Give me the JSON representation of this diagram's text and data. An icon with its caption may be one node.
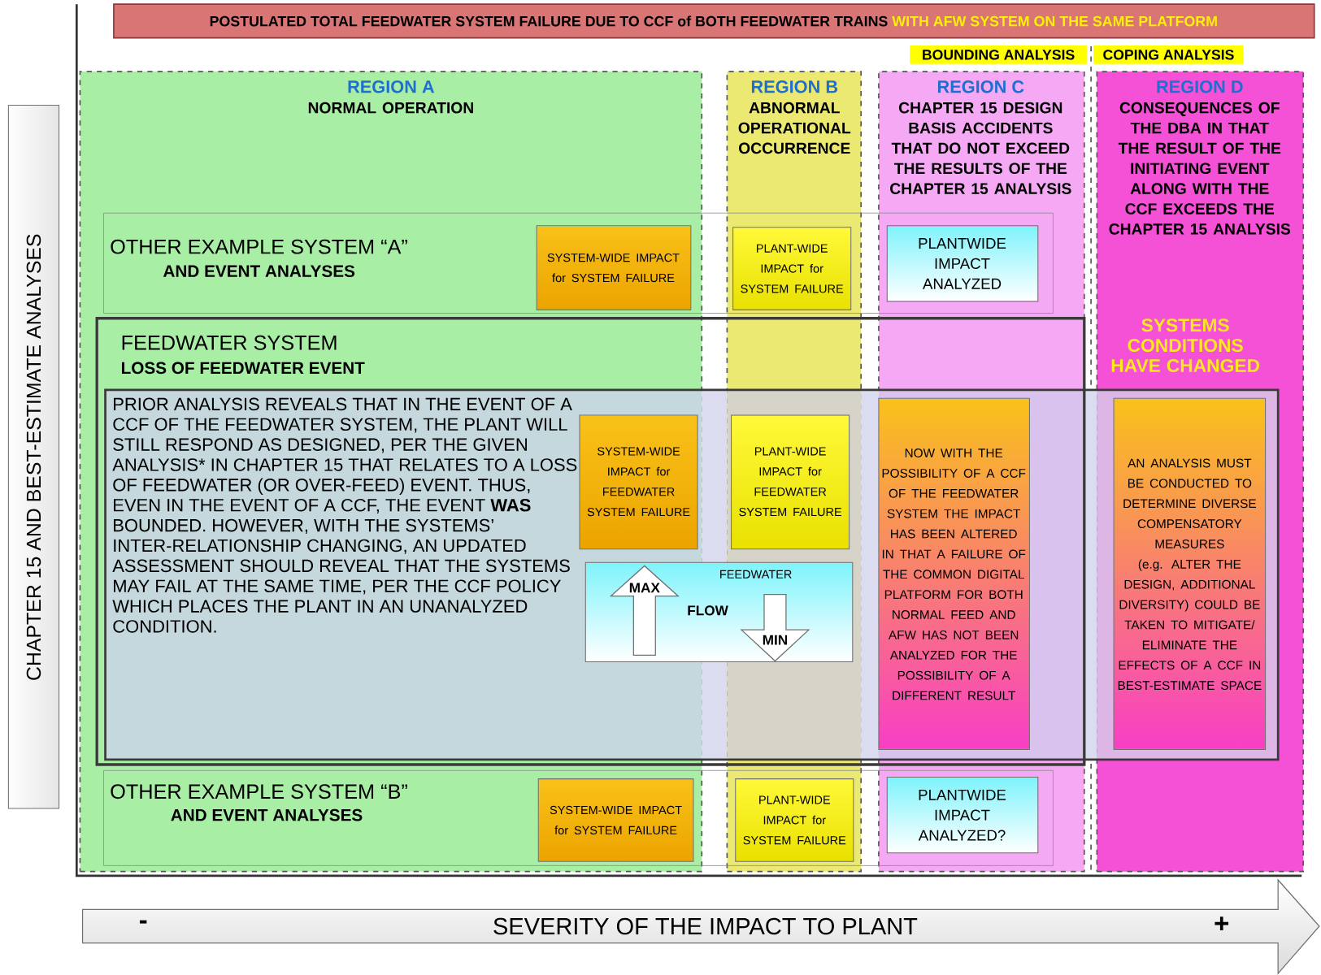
{
  "diagram": {
    "nodes": [
      {
        "text": [
          "POSTULATED TOTAL FEEDWATER SYSTEM FAILURE DUE TO CCF of BOTH FEEDWATER TRAINS",
          "WITH AFW SYSTEM ON THE SAME PLATFORM"
        ]
      },
      {
        "text": [
          "BOUNDING ANALYSIS"
        ]
      },
      {
        "text": [
          "COPING ANALYSIS"
        ]
      },
      {
        "text": [
          "CHAPTER 15 AND BEST-ESTIMATE ANALYSES"
        ]
      },
      {
        "text": [
          "REGION A",
          "NORMAL OPERATION"
        ]
      },
      {
        "text": [
          "REGION B",
          "ABNORMAL OPERATIONAL OCCURRENCE"
        ]
      },
      {
        "text": [
          "REGION C",
          "CHAPTER 15 DESIGN BASIS ACCIDENTS THAT DO NOT EXCEED THE RESULTS OF THE CHAPTER 15 ANALYSIS"
        ]
      },
      {
        "text": [
          "REGION D",
          "CONSEQUENCES OF THE DBA IN THAT THE RESULT OF THE INITIATING EVENT ALONG WITH THE CCF EXCEEDS THE CHAPTER 15 ANALYSIS",
          "SYSTEMS CONDITIONS HAVE CHANGED"
        ]
      },
      {
        "text": [
          "OTHER EXAMPLE SYSTEM “A”",
          "AND EVENT ANALYSES"
        ]
      },
      {
        "text": [
          "SYSTEM-WIDE IMPACT for SYSTEM FAILURE"
        ]
      },
      {
        "text": [
          "PLANT-WIDE IMPACT for SYSTEM FAILURE"
        ]
      },
      {
        "text": [
          "PLANTWIDE IMPACT ANALYZED"
        ]
      },
      {
        "text": [
          "FEEDWATER SYSTEM",
          "LOSS OF FEEDWATER EVENT"
        ]
      },
      {
        "text": [
          "PRIOR ANALYSIS REVEALS THAT IN THE EVENT OF A CCF OF THE FEEDWATER SYSTEM, THE PLANT WILL STILL RESPOND AS DESIGNED, PER THE GIVEN ANALYSIS* IN CHAPTER 15 THAT RELATES TO A LOSS OF FEEDWATER (OR OVER-FEED) EVENT. THUS, EVEN IN THE EVENT OF A CCF, THE EVENT **WAS** BOUNDED. HOWEVER, WITH THE SYSTEMS’ INTER-RELATIONSHIP CHANGING, AN UPDATED ASSESSMENT SHOULD REVEAL THAT THE SYSTEMS MAY FAIL AT THE SAME TIME, PER THE CCF POLICY WHICH PLACES THE PLANT IN AN UNANALYZED CONDITION."
        ]
      },
      {
        "text": [
          "SYSTEM-WIDE IMPACT for FEEDWATER SYSTEM FAILURE"
        ]
      },
      {
        "text": [
          "PLANT-WIDE IMPACT for FEEDWATER SYSTEM FAILURE"
        ]
      },
      {
        "text": [
          "FEEDWATER",
          "MAX",
          "FLOW",
          "MIN"
        ],
        "in": 13
      },
      {
        "text": [
          "NOW WITH THE POSSIBILITY OF A CCF OF THE FEEDWATER SYSTEM THE IMPACT HAS BEEN ALTERED IN THAT A FAILURE OF THE COMMON DIGITAL PLATFORM FOR BOTH NORMAL FEED AND AFW HAS NOT BEEN ANALYZED FOR THE POSSIBILITY OF A DIFFERENT RESULT"
        ]
      },
      {
        "text": [
          "AN ANALYSIS MUST BE CONDUCTED TO DETERMINE DIVERSE COMPENSATORY MEASURES (e.g. ALTER THE DESIGN, ADDITIONAL DIVERSITY) COULD BE TAKEN TO MITIGATE/ ELIMINATE THE EFFECTS OF A CCF IN BEST-ESTIMATE SPACE"
        ]
      },
      {
        "text": [
          "OTHER EXAMPLE SYSTEM “B”",
          "AND EVENT ANALYSES"
        ]
      },
      {
        "text": [
          "SYSTEM-WIDE IMPACT for SYSTEM FAILURE"
        ]
      },
      {
        "text": [
          "PLANT-WIDE IMPACT for SYSTEM FAILURE"
        ]
      },
      {
        "text": [
          "PLANTWIDE IMPACT ANALYZED?"
        ]
      },
      {
        "text": [
          "-",
          "SEVERITY OF THE IMPACT TO PLANT",
          "+"
        ]
      }
    ]
  }
}
